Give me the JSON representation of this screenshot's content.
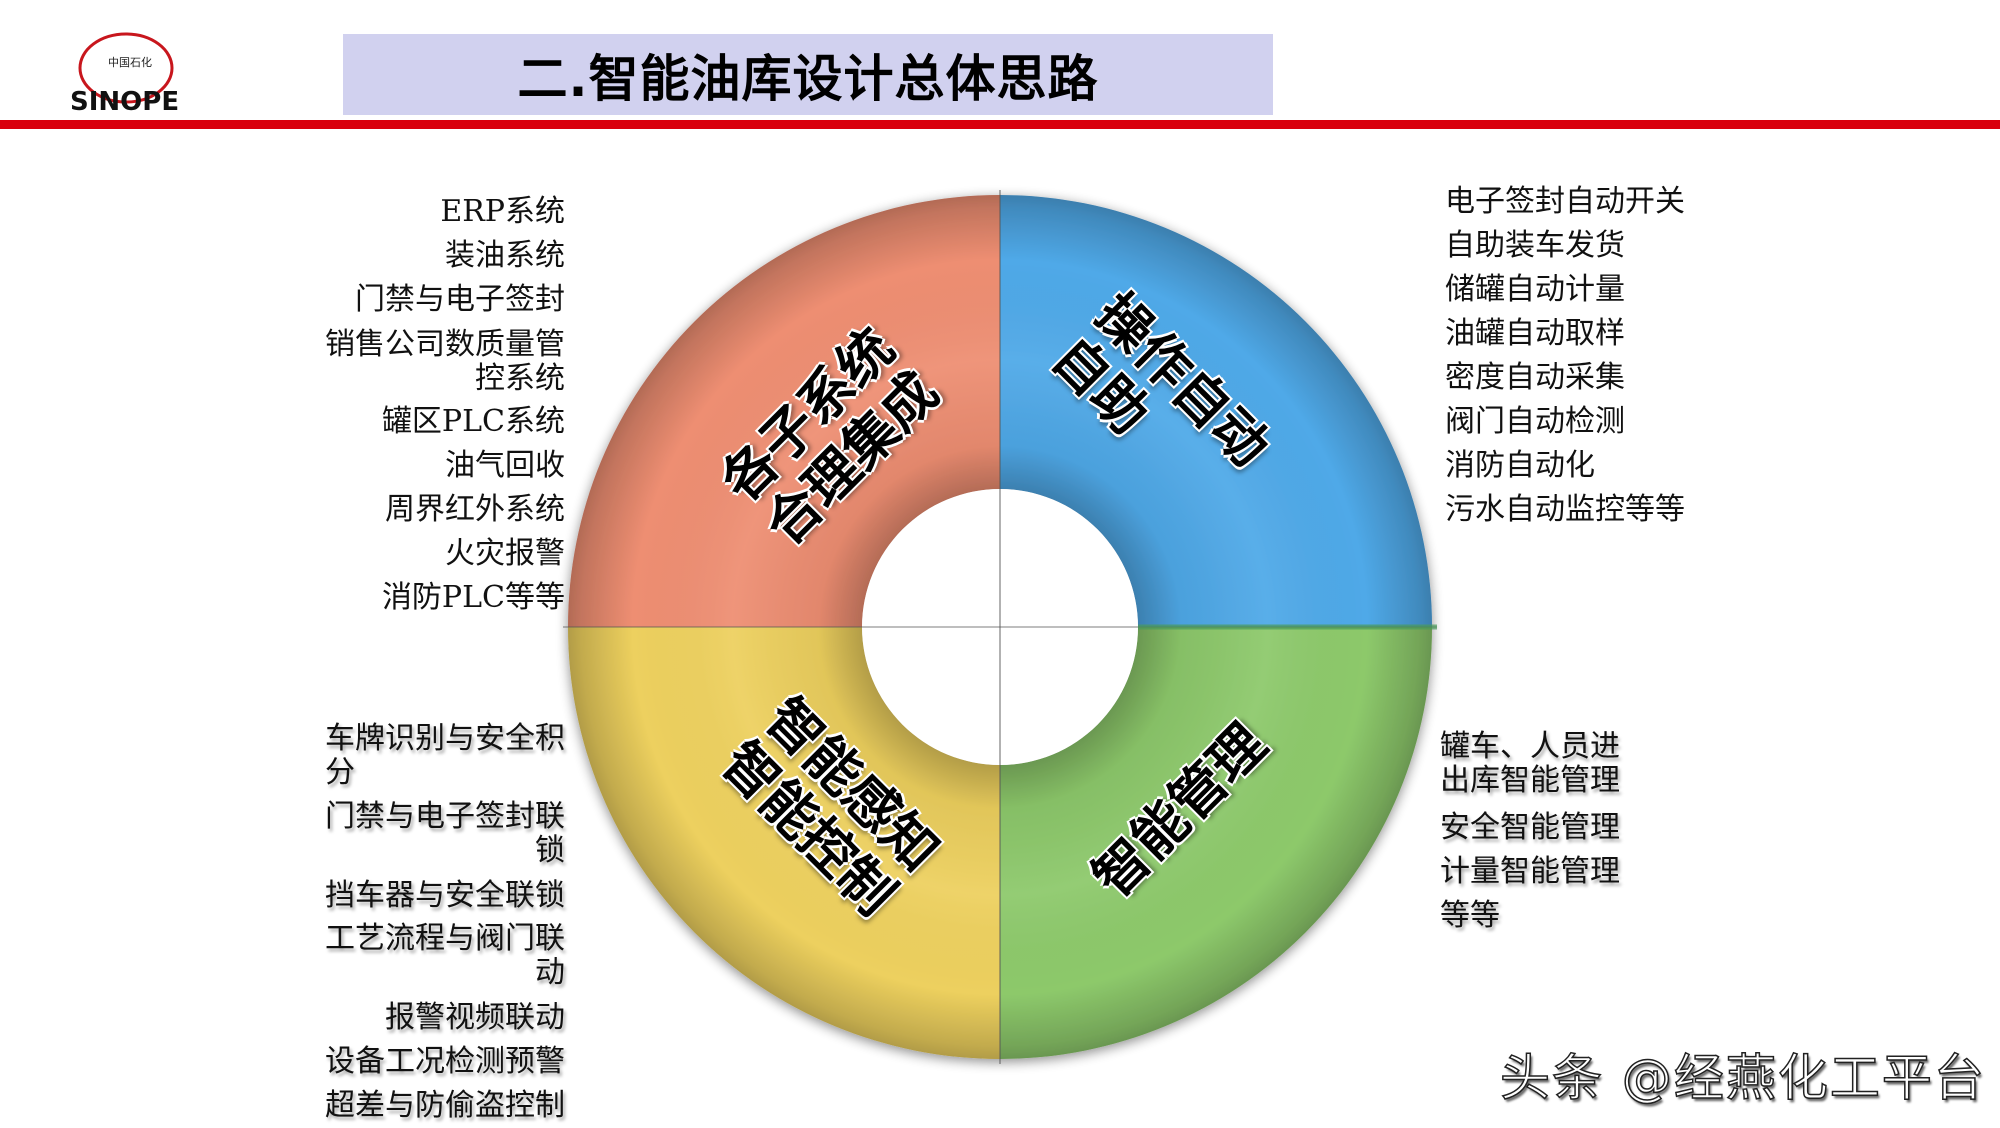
{
  "header": {
    "logo": {
      "brand_cn": "中国石化",
      "brand_en": "SINOPEC"
    },
    "title": "二.智能油库设计总体思路"
  },
  "colors": {
    "title_bg": "#d1d1ef",
    "rule": "#d9000d",
    "q_top_left": "#ee8e72",
    "q_top_right": "#4fa9e8",
    "q_bottom_right": "#8dc96b",
    "q_bottom_left": "#edd05e"
  },
  "quadrants": {
    "top_left": {
      "label": "各子系统\n合理集成"
    },
    "top_right": {
      "label": "操作自动\n自助"
    },
    "bottom_left": {
      "label": "智能感知\n智能控制"
    },
    "bottom_right": {
      "label": "智能管理"
    }
  },
  "lists": {
    "top_left": [
      "ERP系统",
      "装油系统",
      "门禁与电子签封",
      "销售公司数质量管\n控系统",
      "罐区PLC系统",
      "油气回收",
      "周界红外系统",
      "火灾报警",
      "消防PLC等等"
    ],
    "top_right": [
      "电子签封自动开关",
      "自助装车发货",
      "储罐自动计量",
      "油罐自动取样",
      "密度自动采集",
      "阀门自动检测",
      "消防自动化",
      "污水自动监控等等"
    ],
    "bottom_left": [
      "车牌识别与安全积\n分",
      "门禁与电子签封联\n锁",
      "挡车器与安全联锁",
      "工艺流程与阀门联\n动",
      "报警视频联动",
      "设备工况检测预警",
      "超差与防偷盗控制"
    ],
    "bottom_right": [
      "罐车、人员进\n出库智能管理",
      "安全智能管理",
      "计量智能管理",
      "等等"
    ]
  },
  "watermark": "头条 @经燕化工平台"
}
